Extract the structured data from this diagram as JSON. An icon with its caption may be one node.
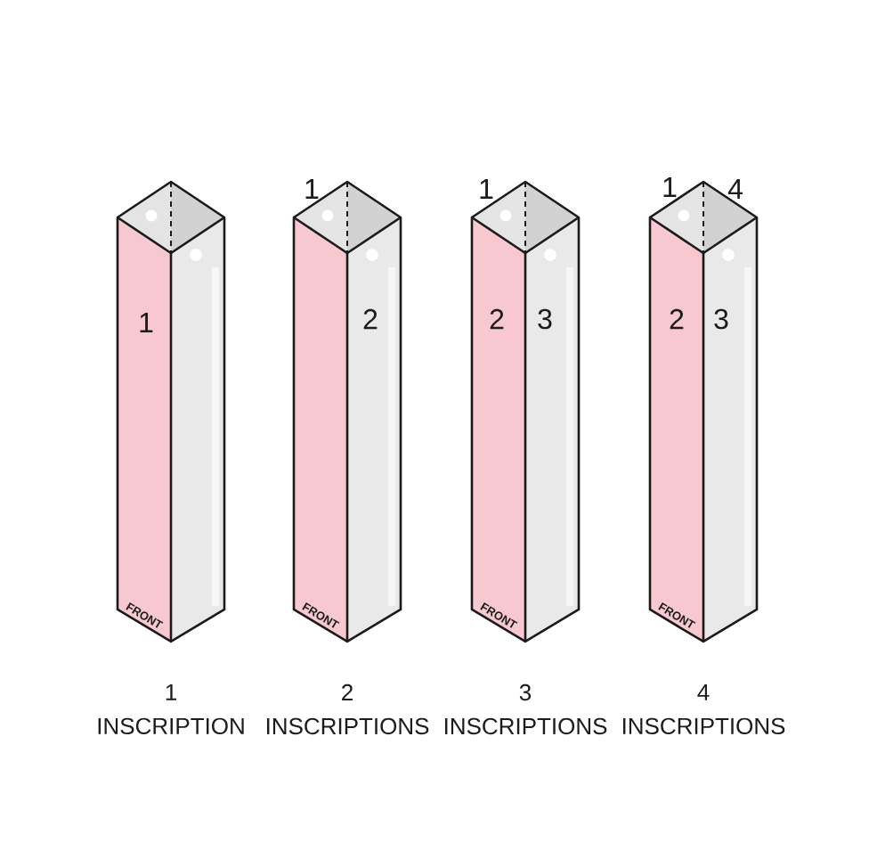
{
  "diagram": {
    "nodes": [
      {
        "text": [
          "1",
          "FRONT"
        ],
        "beside": [
          "1 INSCRIPTION"
        ]
      },
      {
        "text": [
          "1",
          "2",
          "FRONT"
        ],
        "beside": [
          "2 INSCRIPTIONS"
        ]
      },
      {
        "text": [
          "1",
          "2",
          "3",
          "FRONT"
        ],
        "beside": [
          "3 INSCRIPTIONS"
        ]
      },
      {
        "text": [
          "1",
          "4",
          "2",
          "3",
          "FRONT"
        ],
        "beside": [
          "4 INSCRIPTIONS"
        ]
      }
    ]
  }
}
